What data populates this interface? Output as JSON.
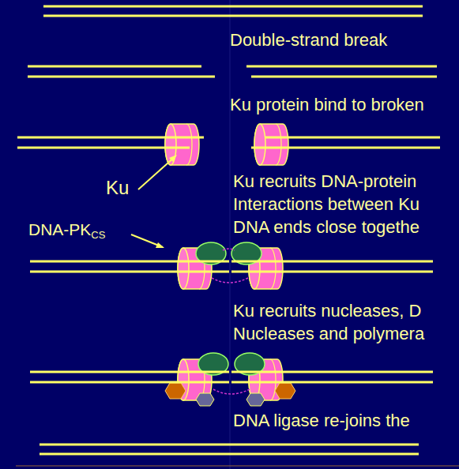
{
  "diagram": {
    "labels": [
      "Double-strand break",
      "Ku protein bind to broken",
      "Ku recruits DNA-protein",
      "Ku",
      "Interactions between Ku",
      "DNA-PK",
      "CS",
      "DNA ends close togethe",
      "Ku recruits nucleases, D",
      "Nucleases and polymera",
      "DNA ligase re-joins the"
    ]
  }
}
